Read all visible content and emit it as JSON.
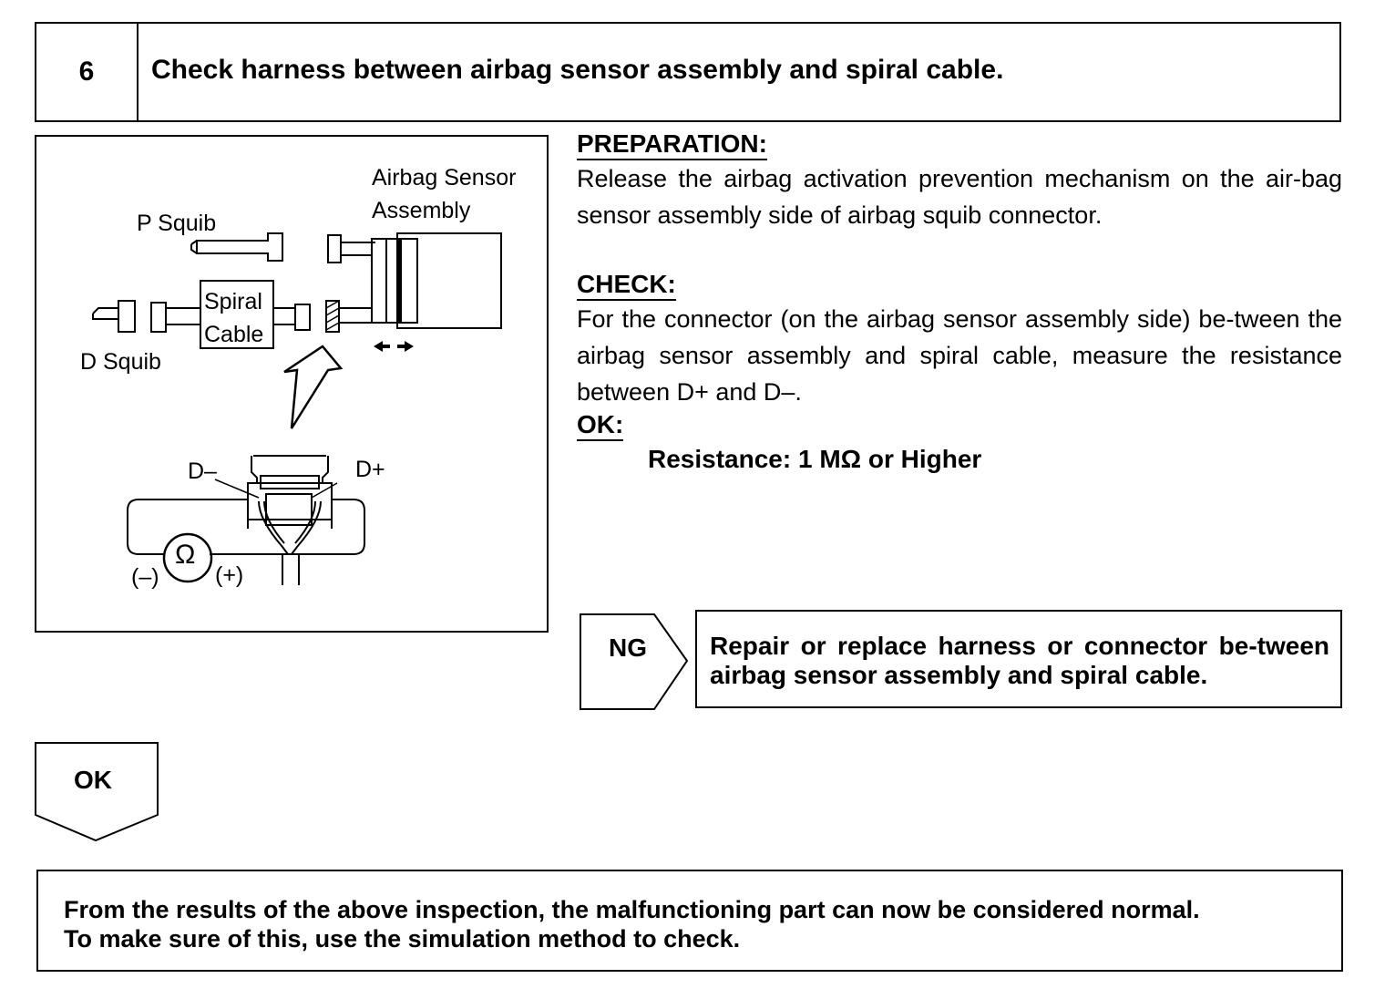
{
  "step": {
    "number": "6",
    "title": "Check harness between airbag sensor assembly and spiral cable."
  },
  "diagram": {
    "labels": {
      "sensor_line1": "Airbag Sensor",
      "sensor_line2": "Assembly",
      "p_squib": "P Squib",
      "spiral_line1": "Spiral",
      "spiral_line2": "Cable",
      "d_squib": "D Squib",
      "d_minus": "D–",
      "d_plus": "D+",
      "ohm": "Ω",
      "neg": "(–)",
      "pos": "(+)"
    },
    "icons": [
      "pointer-arrow-icon",
      "double-arrow-icon",
      "ohmmeter-icon"
    ]
  },
  "preparation": {
    "heading": "PREPARATION:",
    "text": "Release the airbag activation prevention mechanism on the air-bag sensor assembly side of airbag squib connector."
  },
  "check": {
    "heading": "CHECK:",
    "text": "For the connector (on the airbag sensor assembly side) be-tween  the airbag sensor assembly and spiral cable, measure the resistance between D+ and D–."
  },
  "ok_spec": {
    "heading": "OK:",
    "value": "Resistance: 1 MΩ or Higher"
  },
  "ng": {
    "label": "NG",
    "action": "Repair or replace harness or connector be-tween airbag sensor assembly and spiral cable."
  },
  "ok_result": {
    "label": "OK"
  },
  "conclusion": {
    "line1": "From the results of the above inspection, the malfunctioning part can now be considered normal.",
    "line2": "To make sure of this, use the simulation method to check."
  }
}
